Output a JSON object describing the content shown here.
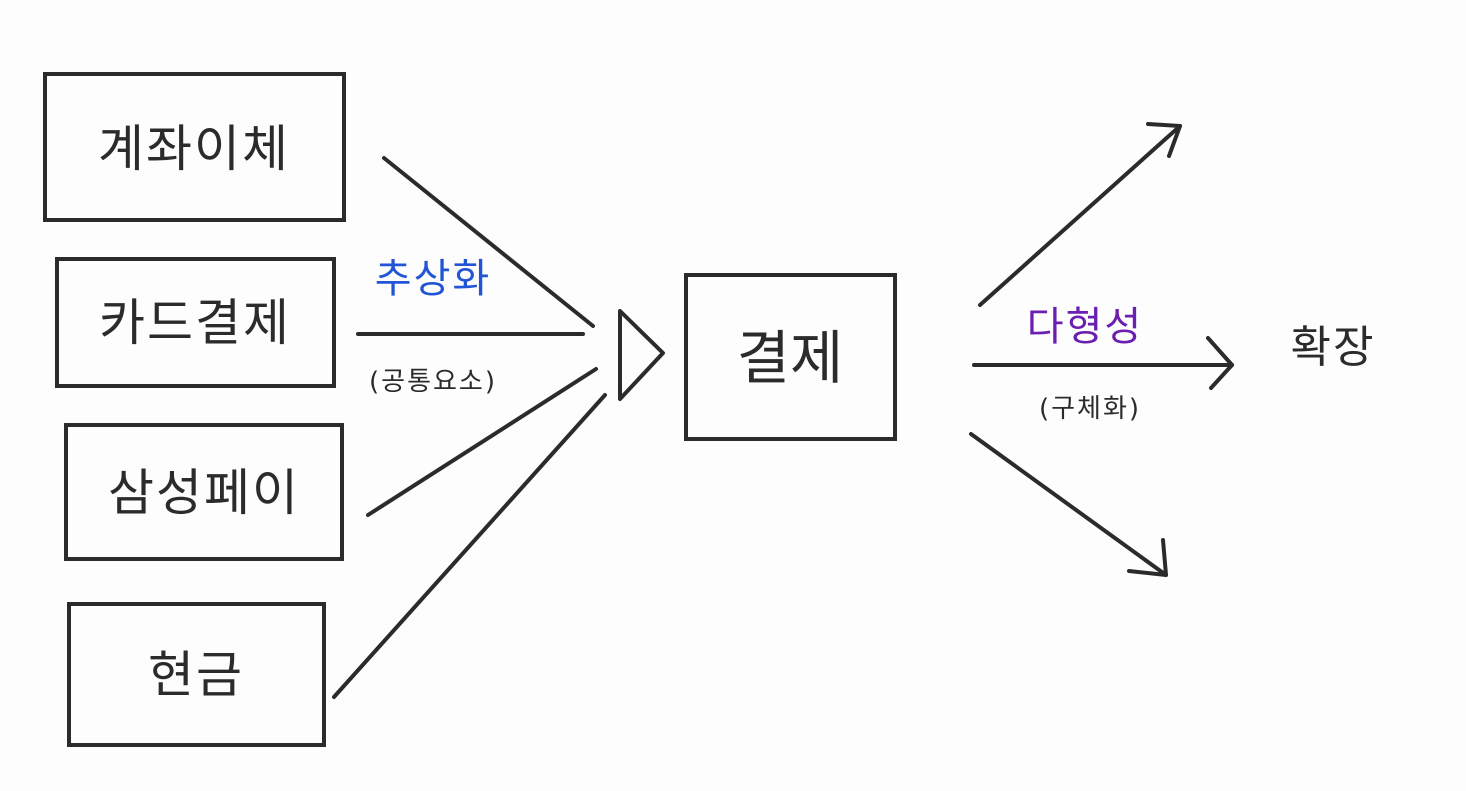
{
  "colors": {
    "ink": "#2b2b2b",
    "abstraction": "#2255d6",
    "polymorphism": "#6a1fb0",
    "background": "#fdfdfd"
  },
  "sources": [
    {
      "label": "계좌이체"
    },
    {
      "label": "카드결제"
    },
    {
      "label": "삼성페이"
    },
    {
      "label": "현금"
    }
  ],
  "abstraction": {
    "label": "추상화",
    "sub_label": "(공통요소)"
  },
  "center": {
    "label": "결제"
  },
  "polymorphism": {
    "label": "다형성",
    "sub_label": "(구체화)"
  },
  "target": {
    "label": "확장"
  }
}
